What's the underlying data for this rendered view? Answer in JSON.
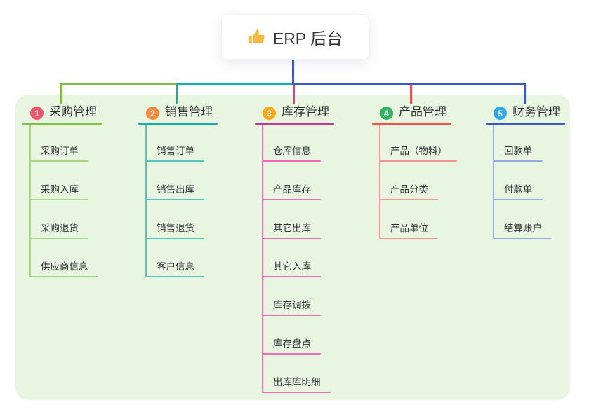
{
  "root": {
    "title": "ERP 后台",
    "icon": "thumbs-up-icon",
    "icon_color": "#f6b93b",
    "line_color": "#4355cf"
  },
  "canvas": {
    "background": "#ffffff",
    "panel_background": "#e8f5e1"
  },
  "branches": [
    {
      "index": "1",
      "label": "采购管理",
      "badge_color": "#f0516b",
      "line_color": "#7fbe3e",
      "connector_color": "#7fbe3e",
      "child_line_color": "#a9d584",
      "children": [
        "采购订单",
        "采购入库",
        "采购退货",
        "供应商信息"
      ]
    },
    {
      "index": "2",
      "label": "销售管理",
      "badge_color": "#f78a3d",
      "line_color": "#10b2a7",
      "connector_color": "#10b2a7",
      "child_line_color": "#52c7bd",
      "children": [
        "销售订单",
        "销售出库",
        "销售退货",
        "客户信息"
      ]
    },
    {
      "index": "3",
      "label": "库存管理",
      "badge_color": "#f8a913",
      "line_color": "#c23a98",
      "connector_color": "#d84092",
      "child_line_color": "#ef6cb5",
      "children": [
        "仓库信息",
        "产品库存",
        "其它出库",
        "其它入库",
        "库存调拨",
        "库存盘点",
        "出库库明细"
      ]
    },
    {
      "index": "4",
      "label": "产品管理",
      "badge_color": "#2fb564",
      "line_color": "#f4514d",
      "connector_color": "#f4514d",
      "child_line_color": "#f59490",
      "children": [
        "产品（物料）",
        "产品分类",
        "产品单位"
      ]
    },
    {
      "index": "5",
      "label": "财务管理",
      "badge_color": "#2ca9e9",
      "line_color": "#3c55cb",
      "connector_color": "#3c55cb",
      "child_line_color": "#9aa9e2",
      "children": [
        "回款单",
        "付款单",
        "结算账户"
      ]
    }
  ]
}
